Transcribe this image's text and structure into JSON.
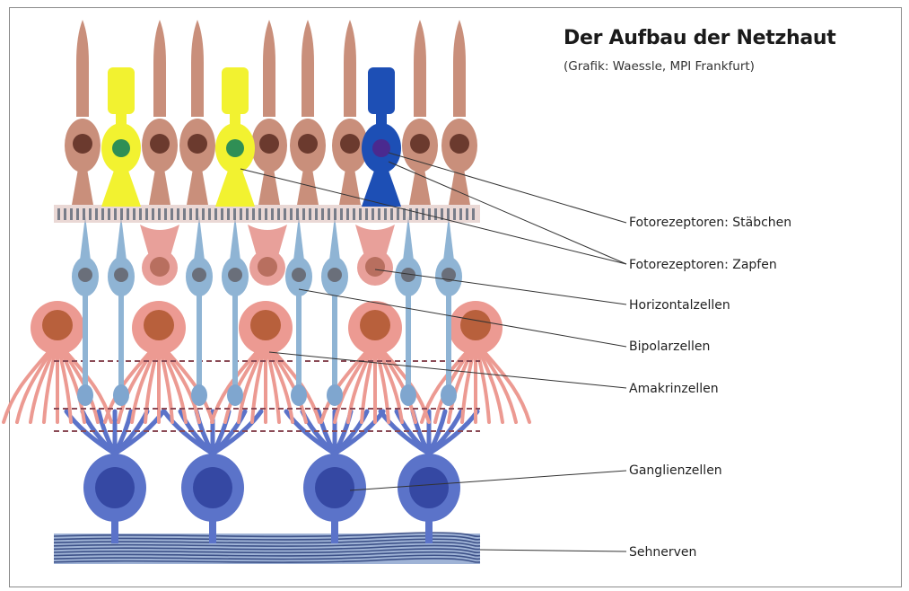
{
  "header": {
    "title": "Der Aufbau der Netzhaut",
    "credit": "(Grafik: Waessle, MPI Frankfurt)"
  },
  "labels": {
    "rods": "Fotorezeptoren: Stäbchen",
    "cones": "Fotorezeptoren: Zapfen",
    "horizontal": "Horizontalzellen",
    "bipolar": "Bipolarzellen",
    "amacrine": "Amakrinzellen",
    "ganglion": "Ganglienzellen",
    "nerve": "Sehnerven"
  },
  "colors": {
    "rod": "#c98f7b",
    "cone_yellow": "#f2f230",
    "cone_blue": "#1d4fb5",
    "bipolar": "#8fb4d4",
    "horizontal": "#e8a09a",
    "amacrine": "#ec9a92",
    "ganglion": "#5b73c9",
    "nerve": "#2b3f7a"
  }
}
